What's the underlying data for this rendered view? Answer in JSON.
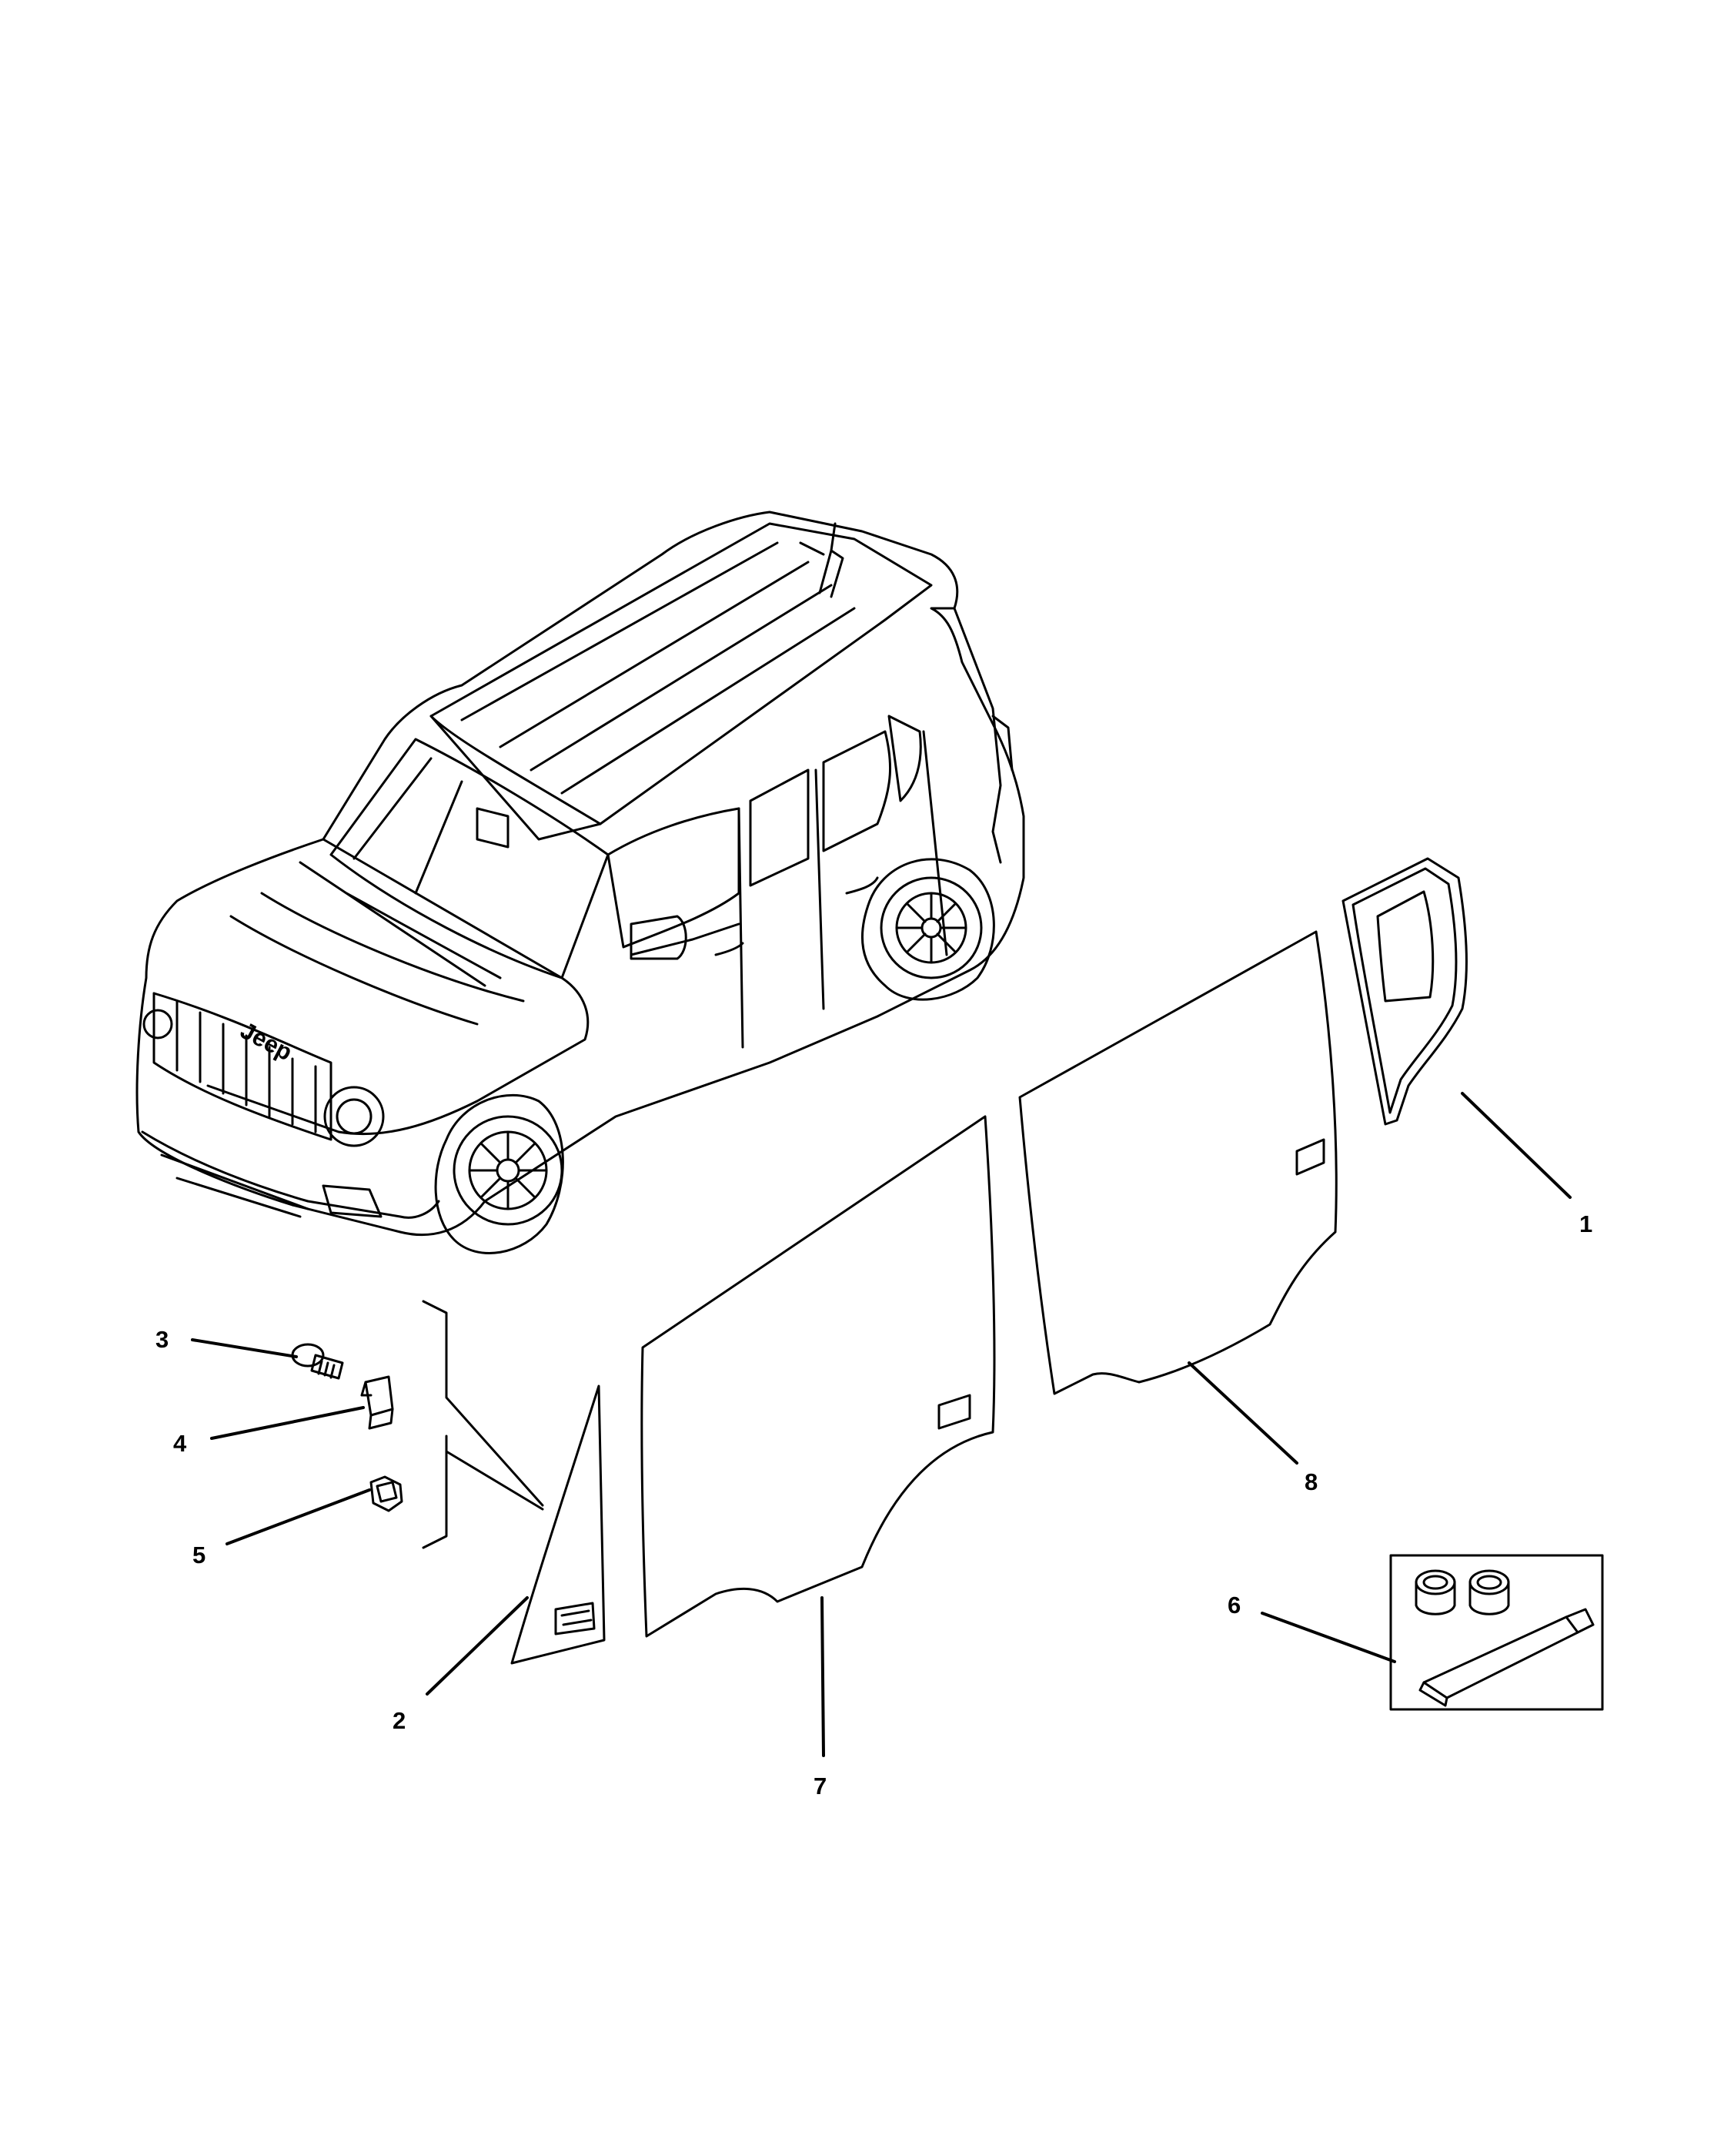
{
  "callouts": [
    {
      "id": "1",
      "label": "1",
      "part": "rear-quarter-glass"
    },
    {
      "id": "2",
      "label": "2",
      "part": "front-door-vent-glass"
    },
    {
      "id": "3",
      "label": "3",
      "part": "bolt"
    },
    {
      "id": "4",
      "label": "4",
      "part": "glass-clip"
    },
    {
      "id": "5",
      "label": "5",
      "part": "fastener-nut"
    },
    {
      "id": "6",
      "label": "6",
      "part": "adhesive-kit"
    },
    {
      "id": "7",
      "label": "7",
      "part": "front-door-glass"
    },
    {
      "id": "8",
      "label": "8",
      "part": "rear-door-glass"
    }
  ],
  "vehicle": {
    "grille_badge": "Jeep"
  },
  "colors": {
    "line": "#000000",
    "background": "#ffffff"
  }
}
